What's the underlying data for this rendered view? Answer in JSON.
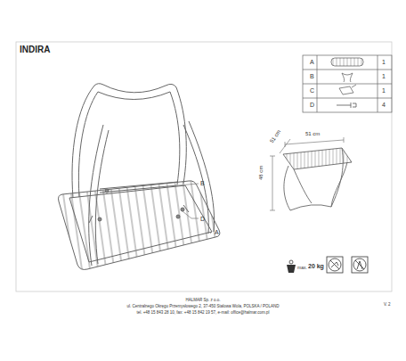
{
  "diagram": {
    "title": "INDIRA",
    "labels": [
      "A",
      "1",
      "B",
      "1",
      "C",
      "1",
      "D",
      "4",
      "B",
      "D",
      "A",
      "51 cm",
      "51 cm",
      "48 cm",
      "max.",
      "20 kg",
      "HALMAR Sp. z o.o.",
      "ul. Centralnego Okręgu Przemysłowego 2, 37-450 Stalowa Wola, POLSKA / POLAND",
      "tel. +48 15 843 28 10, fax: +48 15 842 19 57, e-mail: office@halmar.com.pl",
      "V. 2"
    ]
  }
}
